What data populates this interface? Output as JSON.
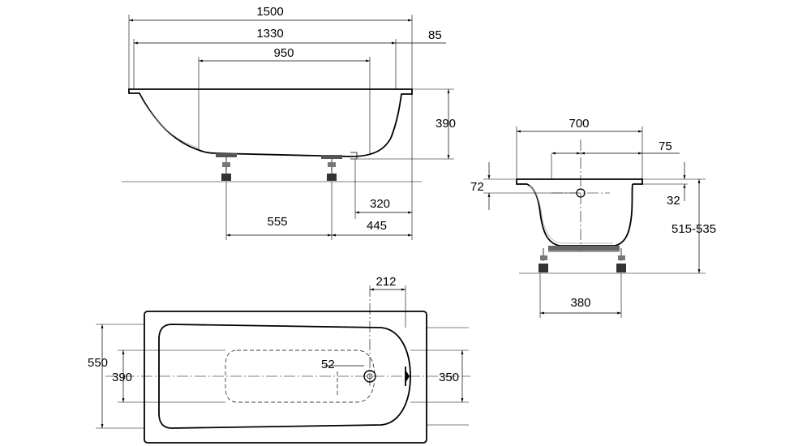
{
  "side_view": {
    "overall_length": "1500",
    "inner_length": "1330",
    "flat_bottom_length": "950",
    "rim_offset": "85",
    "height": "390",
    "leg_spacing": "555",
    "drain_offset": "320",
    "leg_end_offset": "445"
  },
  "end_view": {
    "width": "700",
    "overflow_offset": "75",
    "rim_thickness": "72",
    "drain_height": "32",
    "install_height": "515-535",
    "leg_width": "380"
  },
  "plan_view": {
    "drain_position": "212",
    "outer_width": "550",
    "inner_width": "390",
    "drain_diameter": "52",
    "end_width": "350"
  }
}
